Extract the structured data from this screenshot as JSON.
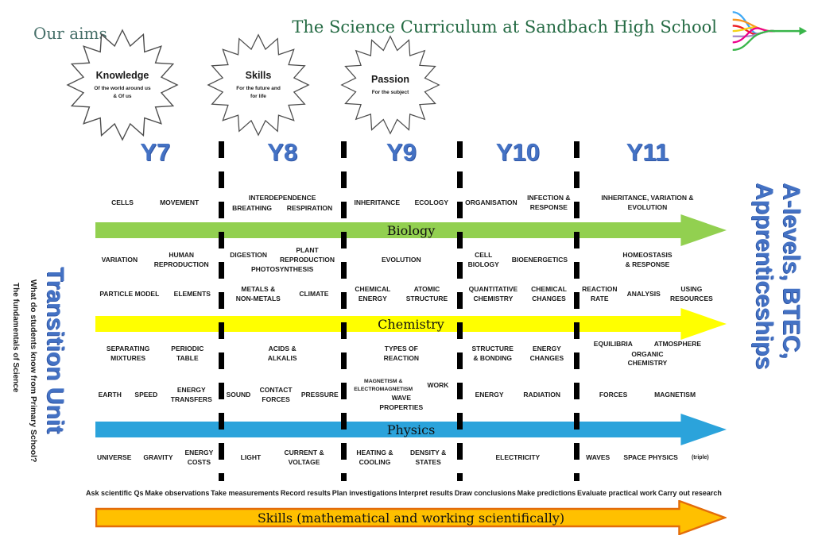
{
  "header": {
    "aims_label": "Our aims",
    "title": "The Science Curriculum at Sandbach High School",
    "logo_icon": "converging-lines-arrow-logo",
    "logo_colors": [
      "#3fa9f5",
      "#f7941d",
      "#ed1c24",
      "#f5d314",
      "#a78bc9",
      "#ec008c",
      "#39b54a"
    ]
  },
  "aims": [
    {
      "name": "Knowledge",
      "detail": "Of the world around us\n& Of us"
    },
    {
      "name": "Skills",
      "detail": "For the future and\nfor life"
    },
    {
      "name": "Passion",
      "detail": "For the subject"
    }
  ],
  "years": [
    "Y7",
    "Y8",
    "Y9",
    "Y10",
    "Y11"
  ],
  "left_sidebar": {
    "title": "Transition Unit",
    "subtitle1": "What do students know from Primary School?",
    "subtitle2": "The fundamentals of Science"
  },
  "right_sidebar": {
    "title": "A-levels, BTEC, Apprenticeships"
  },
  "subjects": [
    {
      "name": "Biology",
      "color": "#92d050",
      "above": [
        [
          "CELLS",
          "MOVEMENT"
        ],
        [
          "INTERDEPENDENCE",
          "BREATHING",
          "RESPIRATION"
        ],
        [
          "INHERITANCE",
          "ECOLOGY"
        ],
        [
          "ORGANISATION",
          "INFECTION &\nRESPONSE"
        ],
        [
          "INHERITANCE, VARIATION &\nEVOLUTION"
        ]
      ],
      "below": [
        [
          "VARIATION",
          "HUMAN\nREPRODUCTION"
        ],
        [
          "DIGESTION",
          "PLANT\nREPRODUCTION",
          "PHOTOSYNTHESIS"
        ],
        [
          "EVOLUTION"
        ],
        [
          "CELL\nBIOLOGY",
          "BIOENERGETICS"
        ],
        [
          "HOMEOSTASIS\n& RESPONSE"
        ]
      ]
    },
    {
      "name": "Chemistry",
      "color": "#ffff00",
      "above": [
        [
          "PARTICLE MODEL",
          "ELEMENTS"
        ],
        [
          "METALS &\nNON-METALS",
          "CLIMATE"
        ],
        [
          "CHEMICAL\nENERGY",
          "ATOMIC\nSTRUCTURE"
        ],
        [
          "QUANTITATIVE\nCHEMISTRY",
          "CHEMICAL\nCHANGES"
        ],
        [
          "REACTION\nRATE",
          "ANALYSIS",
          "USING\nRESOURCES"
        ]
      ],
      "below": [
        [
          "SEPARATING\nMIXTURES",
          "PERIODIC\nTABLE"
        ],
        [
          "ACIDS &\nALKALIS"
        ],
        [
          "TYPES OF\nREACTION"
        ],
        [
          "STRUCTURE\n& BONDING",
          "ENERGY\nCHANGES"
        ],
        [
          "EQUILIBRIA",
          "ATMOSPHERE",
          "ORGANIC\nCHEMISTRY"
        ]
      ]
    },
    {
      "name": "Physics",
      "color": "#2ba3db",
      "above": [
        [
          "EARTH",
          "SPEED",
          "ENERGY\nTRANSFERS"
        ],
        [
          "SOUND",
          "CONTACT\nFORCES",
          "PRESSURE"
        ],
        [
          {
            "t": "MAGNETISM &\nELECTROMAGNETISM",
            "small": true
          },
          "WORK",
          "WAVE\nPROPERTIES"
        ],
        [
          "ENERGY",
          "RADIATION"
        ],
        [
          "FORCES",
          "MAGNETISM"
        ]
      ],
      "below": [
        [
          "UNIVERSE",
          "GRAVITY",
          "ENERGY\nCOSTS"
        ],
        [
          "LIGHT",
          "CURRENT &\nVOLTAGE"
        ],
        [
          "HEATING &\nCOOLING",
          "DENSITY &\nSTATES"
        ],
        [
          "ELECTRICITY"
        ],
        [
          "WAVES",
          "SPACE PHYSICS",
          {
            "t": "(triple)",
            "tiny": true
          }
        ]
      ]
    }
  ],
  "skills_strip": {
    "items": [
      "Ask scientific Qs",
      "Make observations",
      "Take measurements",
      "Record results",
      "Plan investigations",
      "Interpret results",
      "Draw conclusions",
      "Make predictions",
      "Evaluate practical work",
      "Carry out research"
    ],
    "arrow_label": "Skills (mathematical and working scientifically)",
    "color": "#ffc000",
    "border_color": "#e36c0a"
  }
}
